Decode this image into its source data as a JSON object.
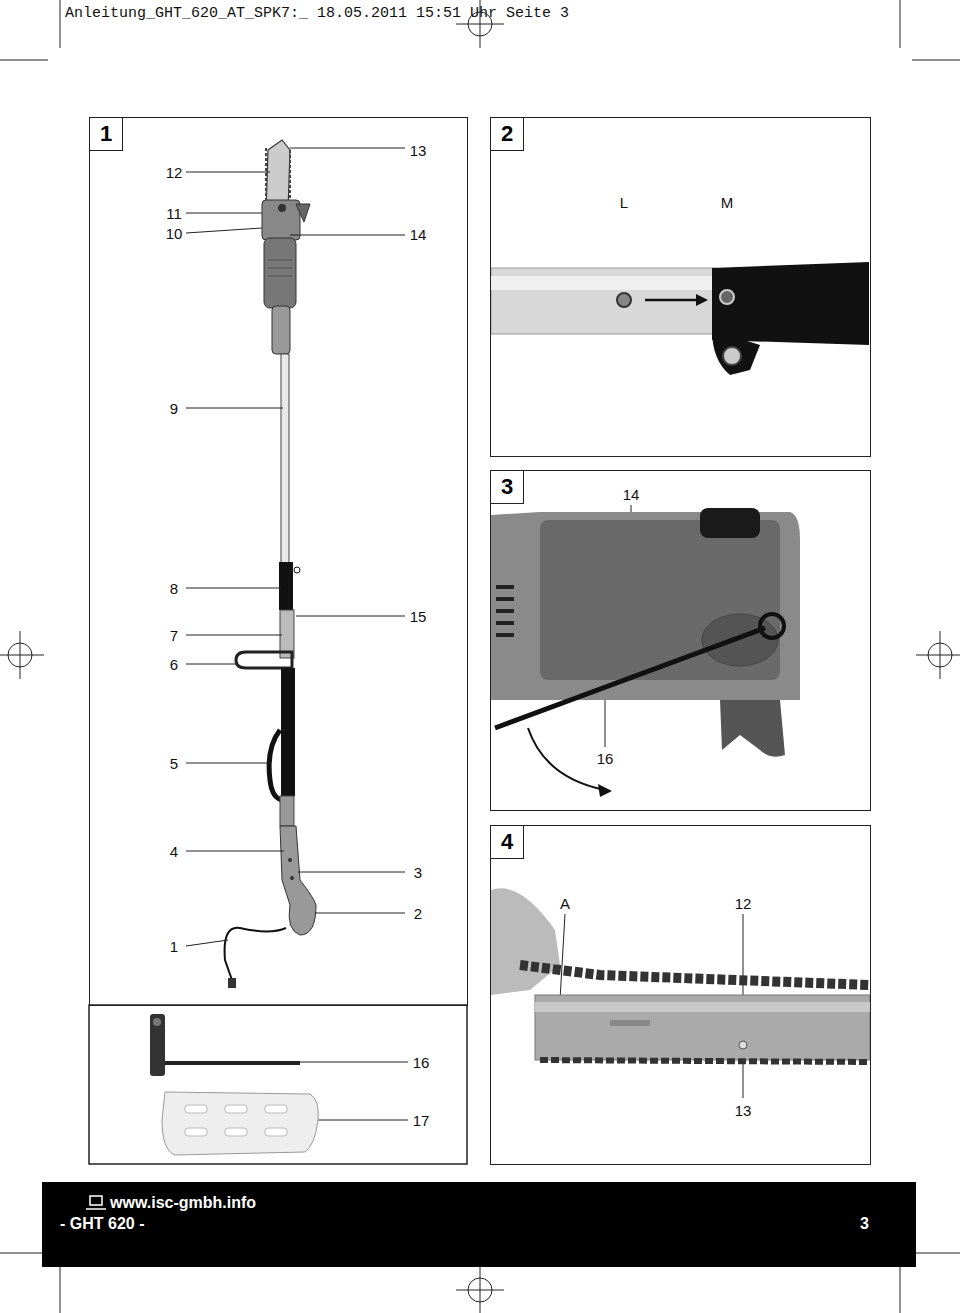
{
  "diagram": {
    "nodes": [
      {
        "text": [
          "1"
        ]
      },
      {
        "text": [
          "2"
        ]
      },
      {
        "text": [
          "3"
        ]
      },
      {
        "text": [
          "4"
        ]
      },
      {
        "text": [
          "www.isc-gmbh.info",
          "- GHT 620 -",
          "3"
        ]
      }
    ],
    "labels": [
      "Anleitung_GHT_620_AT_SPK7:_  18.05.2011  15:51 Uhr  Seite 3",
      "13",
      "12",
      "11",
      "10",
      "14",
      "9",
      "8",
      "15",
      "7",
      "6",
      "5",
      "4",
      "3",
      "2",
      "1",
      "L",
      "M",
      "14",
      "16",
      "A",
      "12",
      "13",
      "16",
      "17"
    ]
  }
}
